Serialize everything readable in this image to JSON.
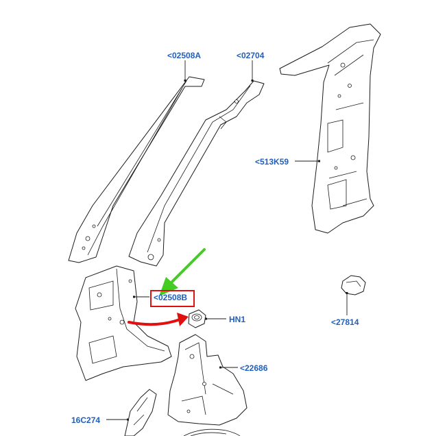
{
  "colors": {
    "label": "#1f5fbf",
    "highlight_box": "#e01010",
    "red_arrow": "#e01010",
    "green_arrow": "#44cc22",
    "line": "#1a1a1a"
  },
  "callouts": {
    "p02508A": "<02508A",
    "p02704": "<02704",
    "p513K59": "<513K59",
    "p02508B": "<02508B",
    "hn1": "HN1",
    "p27814": "<27814",
    "p22686": "<22686",
    "p16C274": "16C274"
  },
  "annotations": {
    "highlighted_part": "<02508B",
    "green_arrow_target": "<02508B",
    "red_arrow_target": "HN1"
  }
}
